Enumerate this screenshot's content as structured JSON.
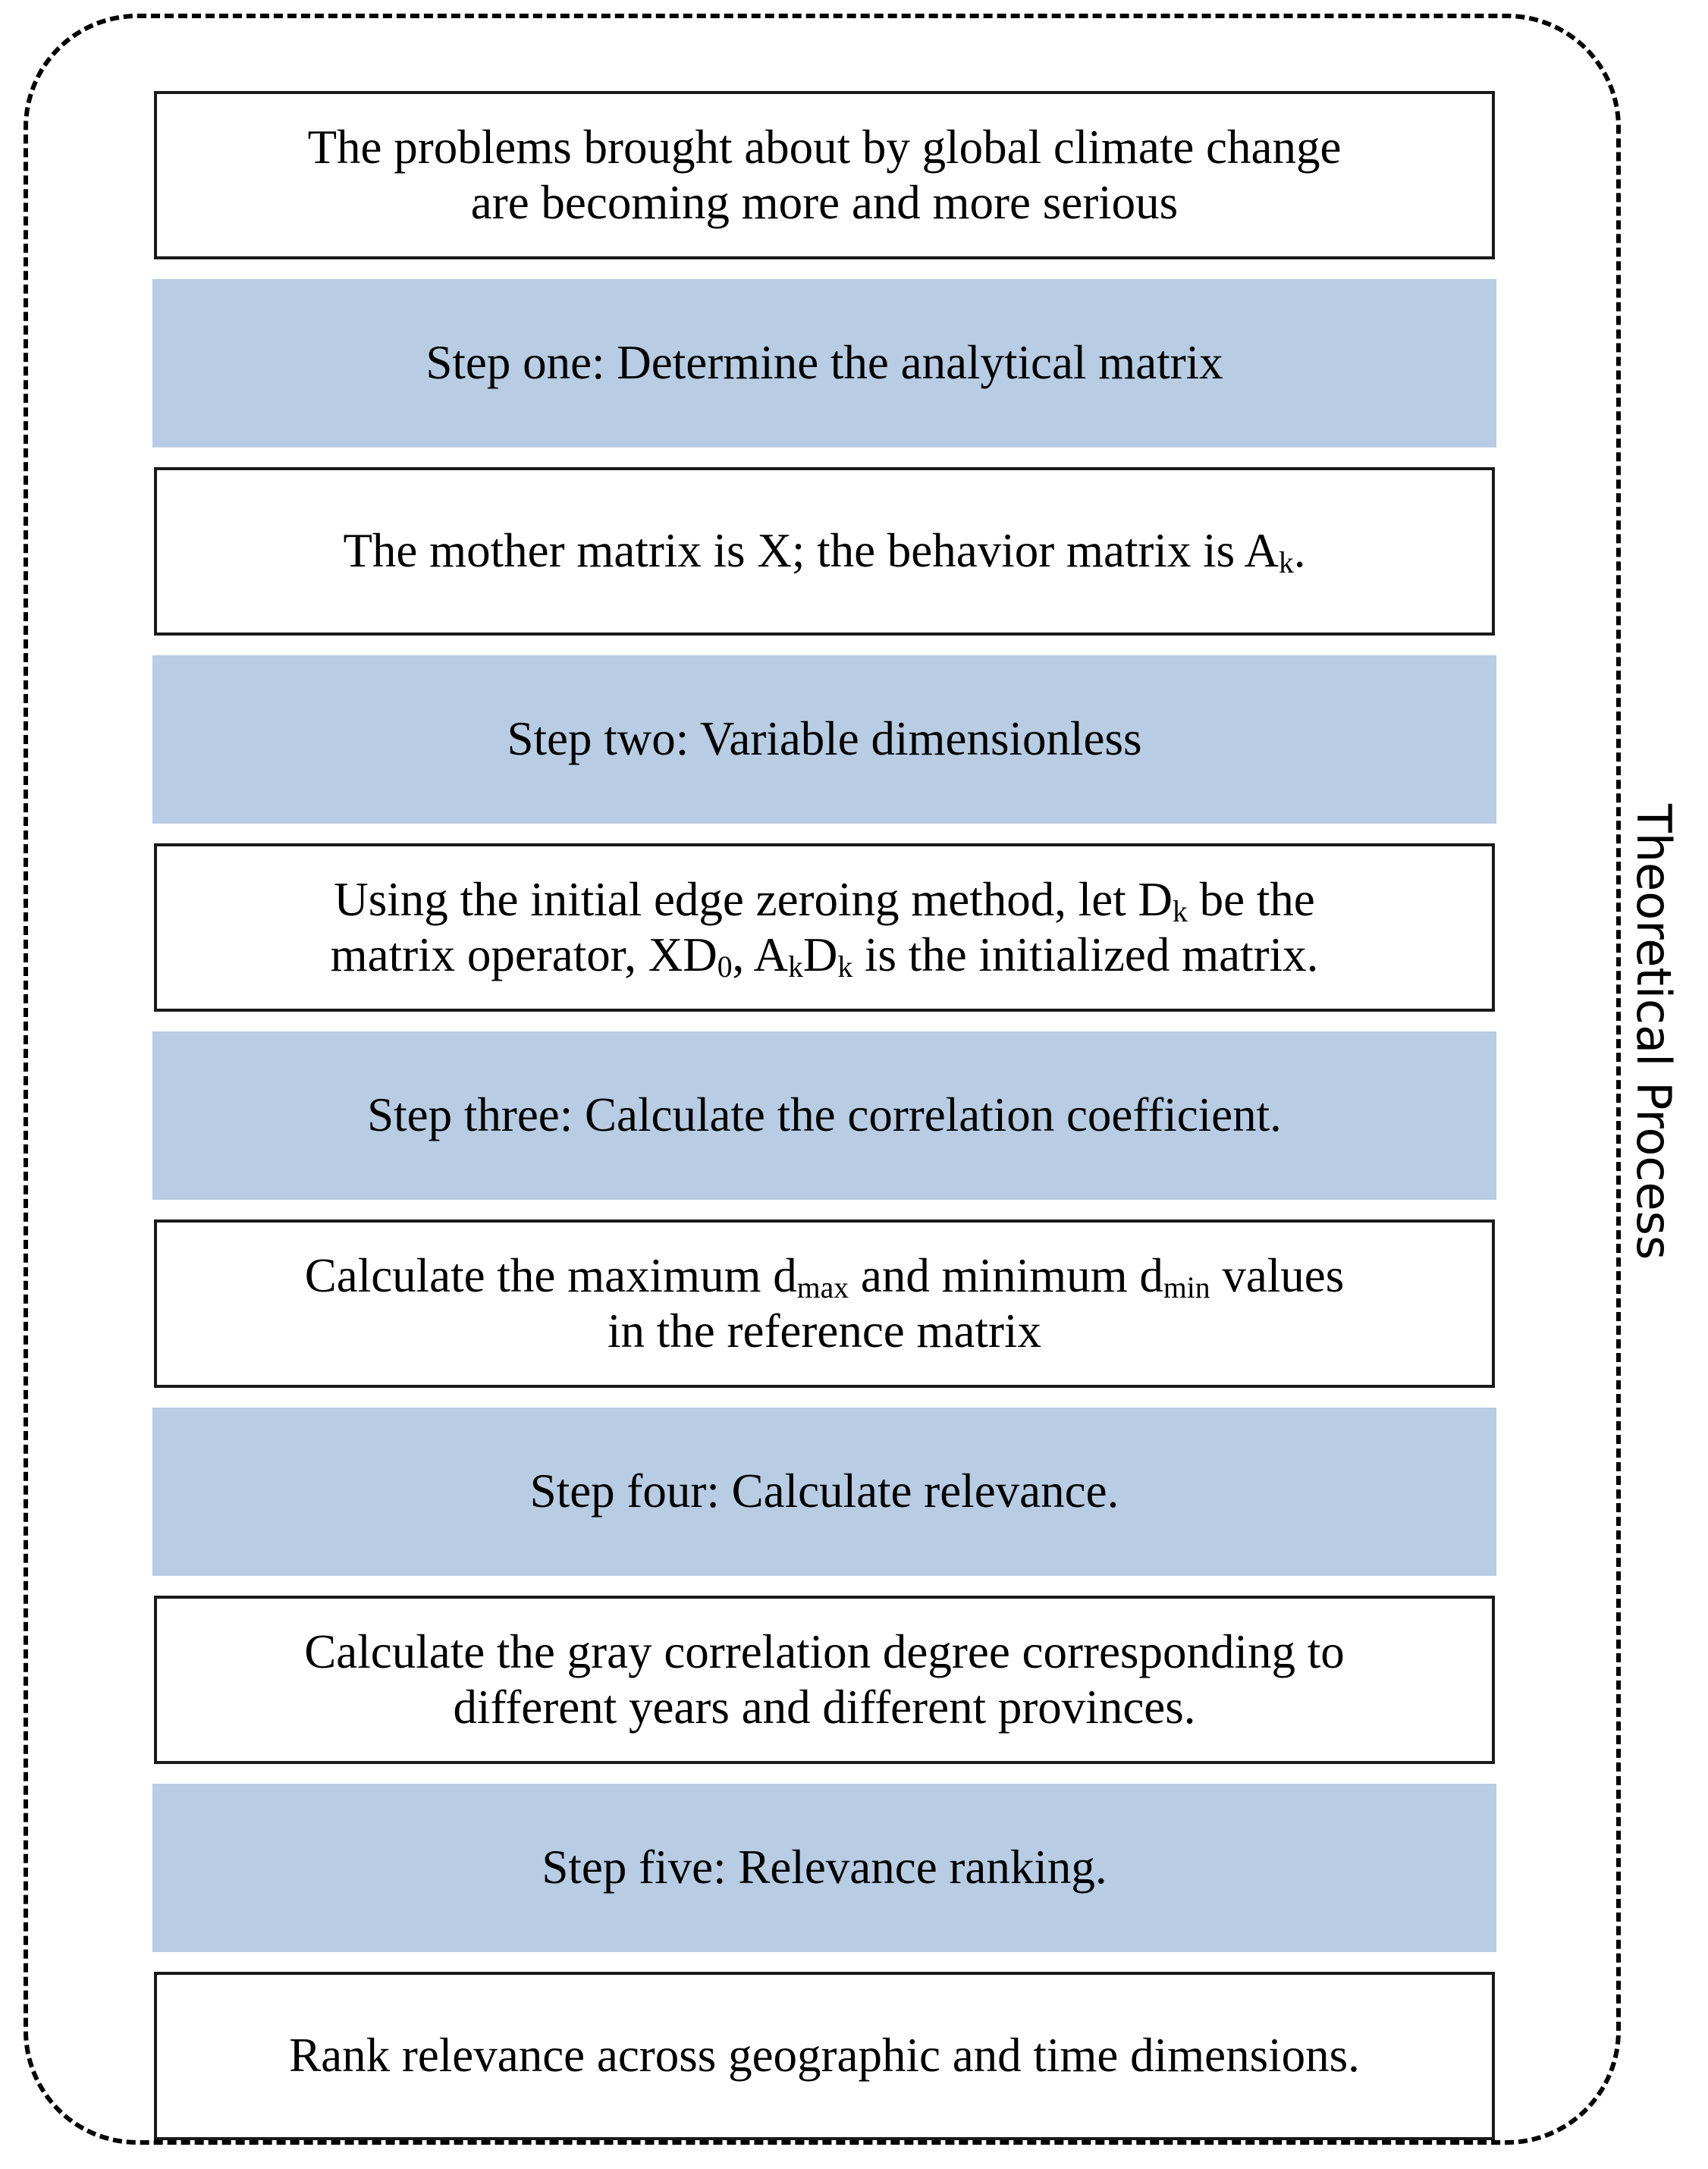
{
  "frame": {
    "style": "dashed-rounded-rectangle",
    "border_color": "#000000"
  },
  "side_label": {
    "text": "Theoretical Process",
    "orientation": "vertical-top-to-bottom"
  },
  "colors": {
    "step_box_fill": "#b8cce4",
    "plain_box_fill": "#ffffff",
    "box_border": "#1a1a1a",
    "text": "#000000"
  },
  "flow": {
    "boxes": [
      {
        "id": "problem-statement",
        "type": "plain",
        "text": "The problems brought about by global climate change are becoming more and more serious"
      },
      {
        "id": "step-one-header",
        "type": "step",
        "text": "Step one: Determine the analytical matrix"
      },
      {
        "id": "step-one-detail",
        "type": "plain",
        "text": "The mother matrix is X; the behavior matrix is Ak."
      },
      {
        "id": "step-two-header",
        "type": "step",
        "text": "Step two:  Variable dimensionless"
      },
      {
        "id": "step-two-detail",
        "type": "plain",
        "text": "Using the initial edge zeroing method, let Dk be the matrix operator, XD0, AkDk is the initialized matrix."
      },
      {
        "id": "step-three-header",
        "type": "step",
        "text": "Step three: Calculate the correlation coefficient."
      },
      {
        "id": "step-three-detail",
        "type": "plain",
        "text": "Calculate the maximum dmax and minimum dmin values in the reference matrix"
      },
      {
        "id": "step-four-header",
        "type": "step",
        "text": "Step four: Calculate relevance."
      },
      {
        "id": "step-four-detail",
        "type": "plain",
        "text": "Calculate the gray correlation degree corresponding to different years and different provinces."
      },
      {
        "id": "step-five-header",
        "type": "step",
        "text": "Step five: Relevance ranking."
      },
      {
        "id": "step-five-detail",
        "type": "plain",
        "text": "Rank relevance across geographic and time dimensions."
      }
    ]
  }
}
